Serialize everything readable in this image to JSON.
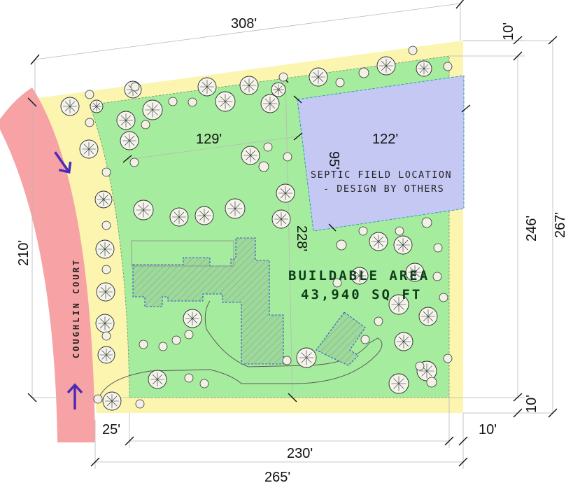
{
  "street": {
    "name": "COUGHLIN COURT"
  },
  "dimensions": {
    "top_length": "308'",
    "top_setback": "10'",
    "bottom_setback": "10'",
    "left_depth": "210'",
    "right_inner_depth": "246'",
    "right_total_depth": "267'",
    "buildable_width": "129'",
    "buildable_depth": "228'",
    "septic_width": "122'",
    "septic_depth": "95'",
    "side_setback_left": "25'",
    "side_setback_right": "10'",
    "bottom_inner_width": "230'",
    "bottom_total_width": "265'"
  },
  "buildable": {
    "title": "BUILDABLE AREA",
    "area": "43,940 SQ FT"
  },
  "septic": {
    "line1": "SEPTIC FIELD LOCATION",
    "line2": "- DESIGN BY OTHERS"
  },
  "colors": {
    "road": "#f7a3a5",
    "setback": "#fbf5b0",
    "buildable": "#a6ec9e",
    "septic": "#c6c8f4",
    "house": "#9fd89c",
    "outline_blue": "#3b55d0",
    "arrow": "#4b2bb8"
  },
  "icons": {
    "traffic_arrow": "arrow-icon",
    "tree": "tree-icon",
    "shrub": "shrub-icon"
  }
}
